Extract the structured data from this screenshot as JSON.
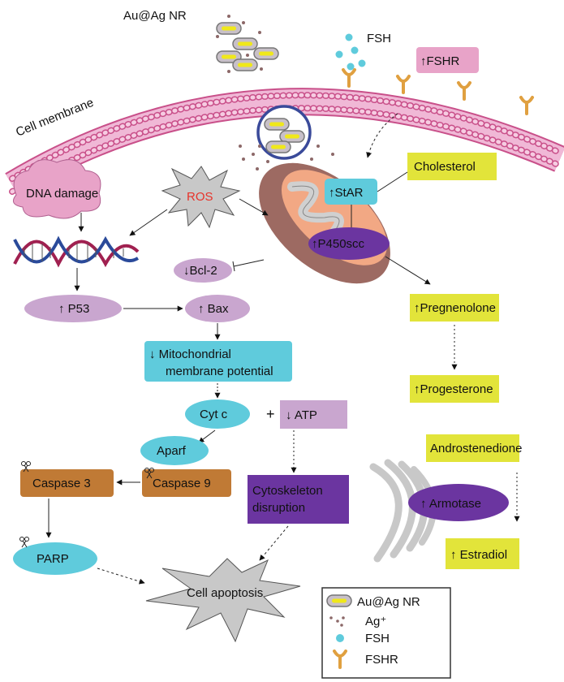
{
  "labels": {
    "nanorod": "Au@Ag NR",
    "fsh": "FSH",
    "fshr": "↑FSHR",
    "cell_membrane": "Cell membrane",
    "dna_damage": "DNA damage",
    "ros": "ROS",
    "star": "↑StAR",
    "cholesterol": "Cholesterol",
    "p450scc": "↑P450scc",
    "bcl2": "↓Bcl-2",
    "p53": "↑ P53",
    "bax": "↑ Bax",
    "mmp_line1": "↓  Mitochondrial",
    "mmp_line2": "membrane potential",
    "cytc": "Cyt c",
    "plus": "+",
    "atp": "↓  ATP",
    "aparf": "Aparf",
    "caspase9": "Caspase 9",
    "caspase3": "Caspase 3",
    "cytoskeleton_line1": "Cytoskeleton",
    "cytoskeleton_line2": "disruption",
    "parp": "PARP",
    "apoptosis": "Cell apoptosis",
    "pregnenolone": "↑Pregnenolone",
    "progesterone": "↑Progesterone",
    "androstenedione": "Androstenedione",
    "armotase": "↑ Armotase",
    "estradiol": "↑ Estradiol"
  },
  "legend": {
    "items": [
      {
        "icon": "nanorod-icon",
        "label": "Au@Ag NR"
      },
      {
        "icon": "silver-ion-dots-icon",
        "label": "Ag⁺"
      },
      {
        "icon": "fsh-dot-icon",
        "label": "FSH"
      },
      {
        "icon": "fshr-receptor-icon",
        "label": "FSHR"
      }
    ]
  },
  "colors": {
    "yellow_box": "#e2e43a",
    "cyan": "#5fcbdc",
    "purple": "#6b35a0",
    "light_purple": "#c9a6cf",
    "pink": "#e8a3c8",
    "brown_box": "#c07a35",
    "membrane": "#c9508a",
    "receptor": "#e0a040",
    "ros_text": "#e8332a"
  }
}
